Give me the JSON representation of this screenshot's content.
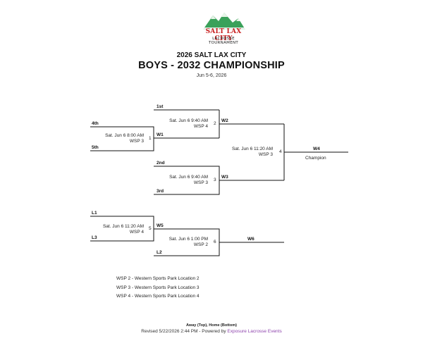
{
  "logo": {
    "title": "SALT LAX CITY",
    "subtitle": "LACROSSE TOURNAMENT"
  },
  "header": {
    "event": "2026 SALT LAX CITY",
    "division": "BOYS - 2032 CHAMPIONSHIP",
    "dates": "Jun 5-6, 2026"
  },
  "bracket": {
    "seeds": {
      "s1": "1st",
      "s4": "4th",
      "s5": "5th",
      "s2": "2nd",
      "s3": "3rd",
      "l1": "L1",
      "l3": "L3",
      "l2": "L2"
    },
    "winners": {
      "w1": "W1",
      "w2": "W2",
      "w3": "W3",
      "w4": "W4",
      "w5": "W5",
      "w6": "W6"
    },
    "games": {
      "g1": {
        "time": "Sat. Jun 6 8:00 AM",
        "venue": "WSP 3",
        "num": "1"
      },
      "g2": {
        "time": "Sat. Jun 6 9:40 AM",
        "venue": "WSP 4",
        "num": "2"
      },
      "g3": {
        "time": "Sat. Jun 6 9:40 AM",
        "venue": "WSP 3",
        "num": "3"
      },
      "g4": {
        "time": "Sat. Jun 6 11:20 AM",
        "venue": "WSP 3",
        "num": "4"
      },
      "g5": {
        "time": "Sat. Jun 6 11:20 AM",
        "venue": "WSP 4",
        "num": "5"
      },
      "g6": {
        "time": "Sat. Jun 6 1:00 PM",
        "venue": "WSP 2",
        "num": "6"
      }
    },
    "champion_label": "Champion"
  },
  "legend": [
    "WSP 2 - Western Sports Park Location 2",
    "WSP 3 - Western Sports Park Location 3",
    "WSP 4 - Western Sports Park Location 4"
  ],
  "footer": {
    "note": "Away (Top), Home (Bottom)",
    "revised": "Revised 5/22/2026 2:44 PM - Powered by",
    "link": "Exposure Lacrosse Events"
  }
}
